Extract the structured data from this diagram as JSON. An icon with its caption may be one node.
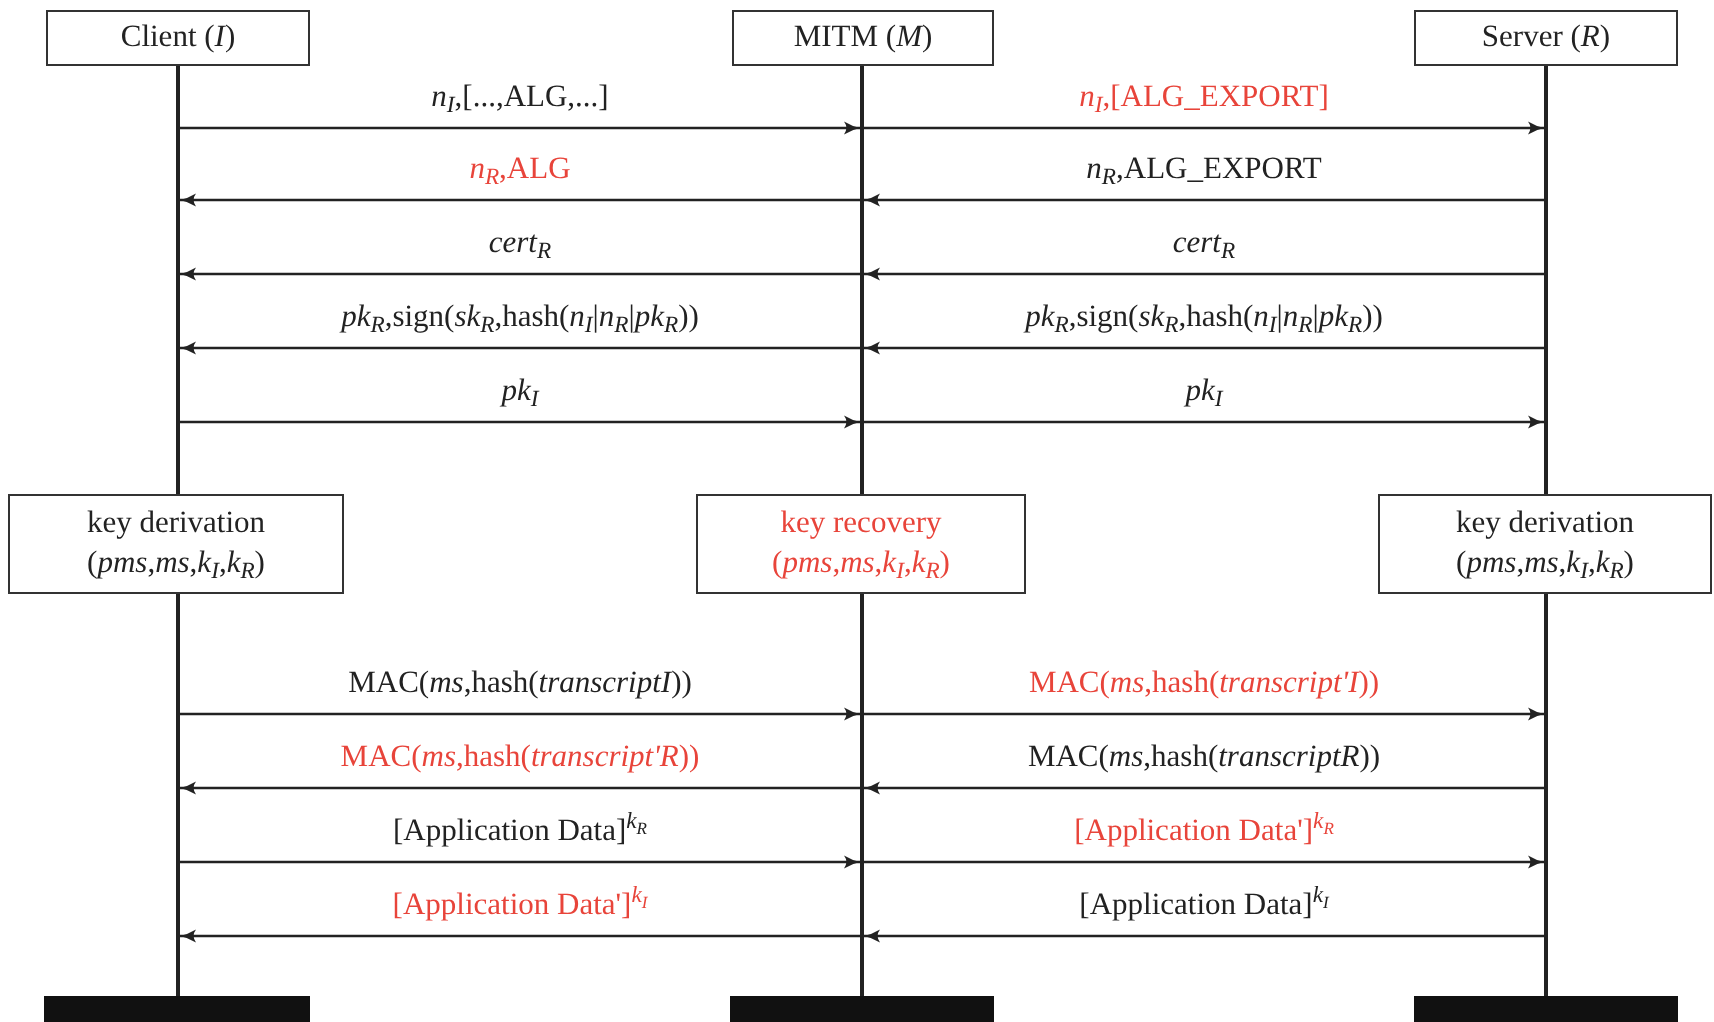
{
  "diagram": {
    "nodes": [
      {
        "text": [
          "Client (*I*)"
        ]
      },
      {
        "text": [
          "MITM (*M*)"
        ]
      },
      {
        "text": [
          "Server (*R*)"
        ]
      },
      {
        "text": [],
        "shape": "line"
      },
      {
        "text": [],
        "shape": "line"
      },
      {
        "text": [],
        "shape": "line"
      },
      {
        "text": [
          "key derivation",
          "(*pms*,*ms*,*k*$_{I}$,*k*$_{R}$)"
        ]
      },
      {
        "text": [
          "key recovery",
          "(*pms*,*ms*,*k*$_{I}$,*k*$_{R}$)"
        ]
      },
      {
        "text": [
          "key derivation",
          "(*pms*,*ms*,*k*$_{I}$,*k*$_{R}$)"
        ]
      },
      {
        "text": [],
        "shape": "line"
      },
      {
        "text": [],
        "shape": "line"
      },
      {
        "text": [],
        "shape": "line"
      },
      {
        "text": [],
        "shape": "bar"
      },
      {
        "text": [],
        "shape": "bar"
      },
      {
        "text": [],
        "shape": "bar"
      }
    ],
    "edges": [
      {
        "from": 3,
        "to": 4,
        "arrow": "to",
        "label": "*n*$_{I}$,[...,ALG,...]"
      },
      {
        "from": 4,
        "to": 5,
        "arrow": "to",
        "label": "*n*$_{I}$,[ALG_EXPORT]"
      },
      {
        "from": 4,
        "to": 3,
        "arrow": "to",
        "label": "*n*$_{R}$,ALG"
      },
      {
        "from": 5,
        "to": 4,
        "arrow": "to",
        "label": "*n*$_{R}$,ALG_EXPORT"
      },
      {
        "from": 4,
        "to": 3,
        "arrow": "to",
        "label": "*cert*$_{R}$"
      },
      {
        "from": 5,
        "to": 4,
        "arrow": "to",
        "label": "*cert*$_{R}$"
      },
      {
        "from": 4,
        "to": 3,
        "arrow": "to",
        "label": "*pk*$_{R}$,sign(*sk*$_{R}$,hash(*n*$_{I}$|*n*$_{R}$|*pk*$_{R}$))"
      },
      {
        "from": 5,
        "to": 4,
        "arrow": "to",
        "label": "*pk*$_{R}$,sign(*sk*$_{R}$,hash(*n*$_{I}$|*n*$_{R}$|*pk*$_{R}$))"
      },
      {
        "from": 3,
        "to": 4,
        "arrow": "to",
        "label": "*pk*$_{I}$"
      },
      {
        "from": 4,
        "to": 5,
        "arrow": "to",
        "label": "*pk*$_{I}$"
      },
      {
        "from": 9,
        "to": 10,
        "arrow": "to",
        "label": "MAC(*ms*,hash(*transcriptI*))"
      },
      {
        "from": 10,
        "to": 11,
        "arrow": "to",
        "label": "MAC(*ms*,hash(*transcript'I*))"
      },
      {
        "from": 10,
        "to": 9,
        "arrow": "to",
        "label": "MAC(*ms*,hash(*transcript'R*))"
      },
      {
        "from": 11,
        "to": 10,
        "arrow": "to",
        "label": "MAC(*ms*,hash(*transcriptR*))"
      },
      {
        "from": 9,
        "to": 10,
        "arrow": "to",
        "label": "[Application Data]$^{k}$$_{R}$"
      },
      {
        "from": 10,
        "to": 11,
        "arrow": "to",
        "label": "[Application Data']$^{k}$$_{R}$"
      },
      {
        "from": 10,
        "to": 9,
        "arrow": "to",
        "label": "[Application Data']$^{k}$$_{I}$"
      },
      {
        "from": 11,
        "to": 10,
        "arrow": "to",
        "label": "[Application Data]$^{k}$$_{I}$"
      }
    ]
  }
}
